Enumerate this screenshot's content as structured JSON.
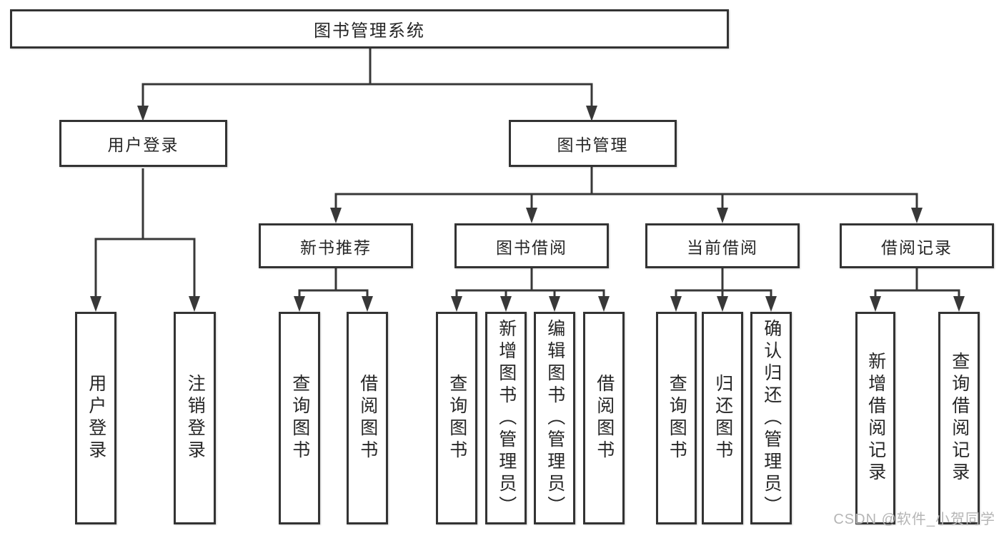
{
  "tree": {
    "label": "图书管理系统",
    "children": [
      {
        "label": "用户登录",
        "children": [
          {
            "label": "用户登录"
          },
          {
            "label": "注销登录"
          }
        ]
      },
      {
        "label": "图书管理",
        "children": [
          {
            "label": "新书推荐",
            "children": [
              {
                "label": "查询图书"
              },
              {
                "label": "借阅图书"
              }
            ]
          },
          {
            "label": "图书借阅",
            "children": [
              {
                "label": "查询图书"
              },
              {
                "label": "新增图书（管理员）"
              },
              {
                "label": "编辑图书（管理员）"
              },
              {
                "label": "借阅图书"
              }
            ]
          },
          {
            "label": "当前借阅",
            "children": [
              {
                "label": "查询图书"
              },
              {
                "label": "归还图书"
              },
              {
                "label": "确认归还（管理员）"
              }
            ]
          },
          {
            "label": "借阅记录",
            "children": [
              {
                "label": "新增借阅记录"
              },
              {
                "label": "查询借阅记录"
              }
            ]
          }
        ]
      }
    ]
  },
  "watermark": {
    "text": "CSDN @软件_小贺同学"
  },
  "colors": {
    "node_border": "#333333",
    "node_text": "#262626",
    "connector": "#383838",
    "watermark": "#b5b5b5",
    "background": "#ffffff"
  }
}
